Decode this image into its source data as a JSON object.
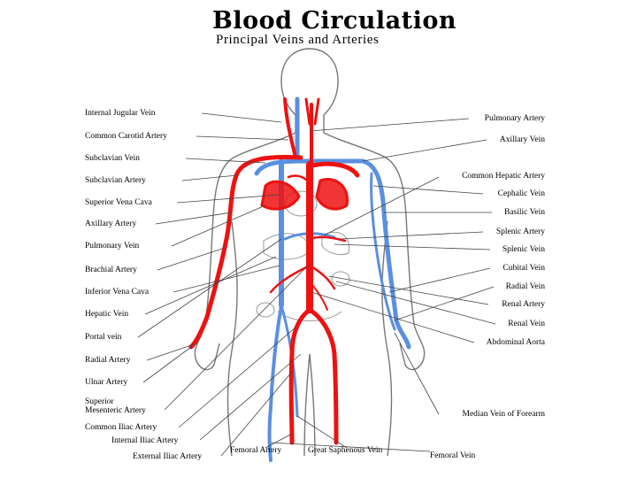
{
  "title": "Blood Circulation",
  "subtitle": "Principal Veins and Arteries",
  "colors": {
    "artery": "#ee1111",
    "vein": "#5b8fe0",
    "outline": "#777777"
  },
  "left_labels": [
    "Internal Jugular Vein",
    "Common Carotid Artery",
    "Subclavian Vein",
    "Subclavian Artery",
    "Superior Vena Cava",
    "Axillary Artery",
    "Pulmonary Vein",
    "Brachial Artery",
    "Inferior Vena Cava",
    "Hepatic Vein",
    "Portal vein",
    "Radial Artery",
    "Ulnar Artery",
    "Superior",
    "Mesenteric Artery",
    "Common Iliac Artery",
    "Internal Iliac Artery",
    "External Iliac Artery"
  ],
  "right_labels": [
    "Pulmonary Artery",
    "Axillary Vein",
    "Common Hepatic Artery",
    "Cephalic Vein",
    "Basilic Vein",
    "Splenic Artery",
    "Splenic Vein",
    "Cubital Vein",
    "Radial Vein",
    "Renal Artery",
    "Renal Vein",
    "Abdominal Aorta",
    "Median Vein of Forearm",
    "Femoral Vein"
  ],
  "bottom_labels": [
    "Femoral Artery",
    "Great Saphenous Vein"
  ]
}
